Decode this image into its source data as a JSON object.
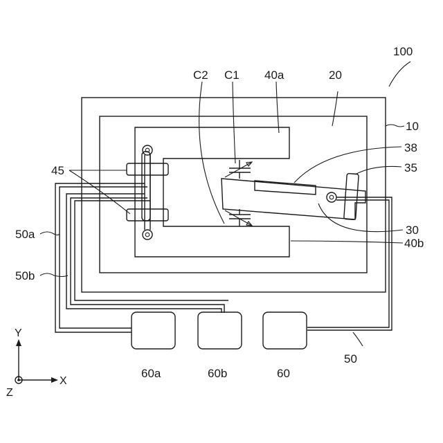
{
  "labels": {
    "device": "100",
    "substrate": "10",
    "frame": "20",
    "arm_upper": "40a",
    "arm_lower": "40b",
    "cap1": "C1",
    "cap2": "C2",
    "element38": "38",
    "element35": "35",
    "element30": "30",
    "element45": "45",
    "wire50": "50",
    "wire50a": "50a",
    "wire50b": "50b",
    "pad60": "60",
    "pad60a": "60a",
    "pad60b": "60b"
  },
  "axes": {
    "y": "Y",
    "x": "X",
    "z": "Z"
  }
}
